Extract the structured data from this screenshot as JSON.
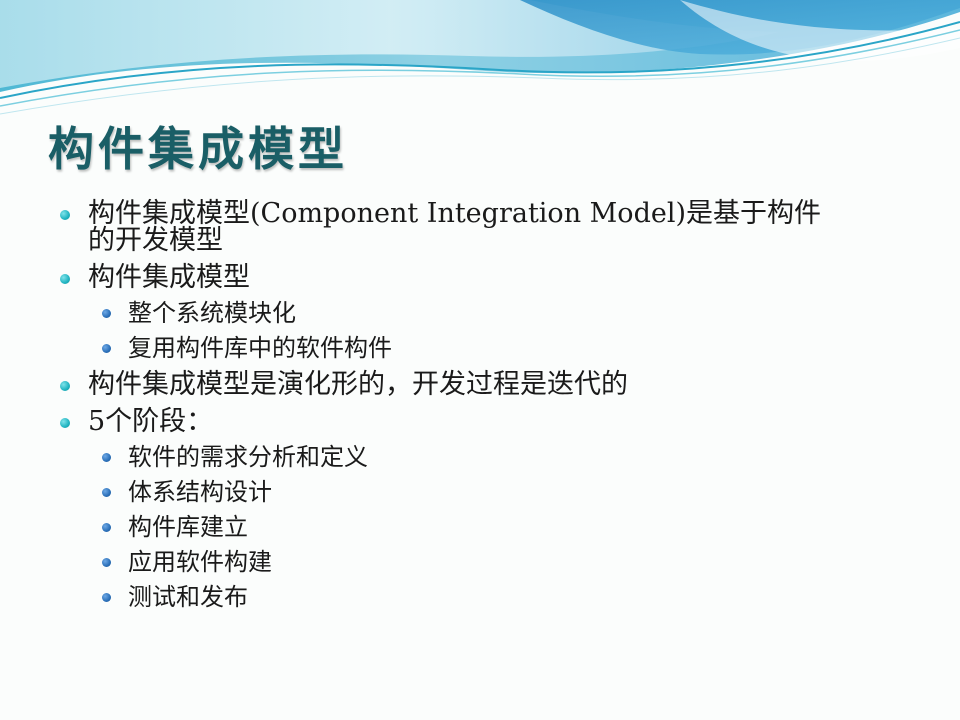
{
  "slide": {
    "title": "构件集成模型",
    "items": [
      {
        "level": 1,
        "text": "构件集成模型(Component Integration Model)是基于构件",
        "text2": "的开发模型"
      },
      {
        "level": 1,
        "text": "构件集成模型"
      },
      {
        "level": 2,
        "text": "整个系统模块化"
      },
      {
        "level": 2,
        "text": "复用构件库中的软件构件"
      },
      {
        "level": 1,
        "text": "构件集成模型是演化形的，开发过程是迭代的"
      },
      {
        "level": 1,
        "text": "5个阶段："
      },
      {
        "level": 2,
        "text": "软件的需求分析和定义"
      },
      {
        "level": 2,
        "text": "体系结构设计"
      },
      {
        "level": 2,
        "text": "构件库建立"
      },
      {
        "level": 2,
        "text": "应用软件构建"
      },
      {
        "level": 2,
        "text": "测试和发布"
      }
    ]
  },
  "colors": {
    "title": "#1a5e66",
    "bullet_level1": "#1fb3c0",
    "bullet_level2": "#2a6fb8",
    "wave_light": "#a9dcea",
    "wave_mid": "#5fc2d8",
    "wave_dark": "#1f8fb4"
  }
}
